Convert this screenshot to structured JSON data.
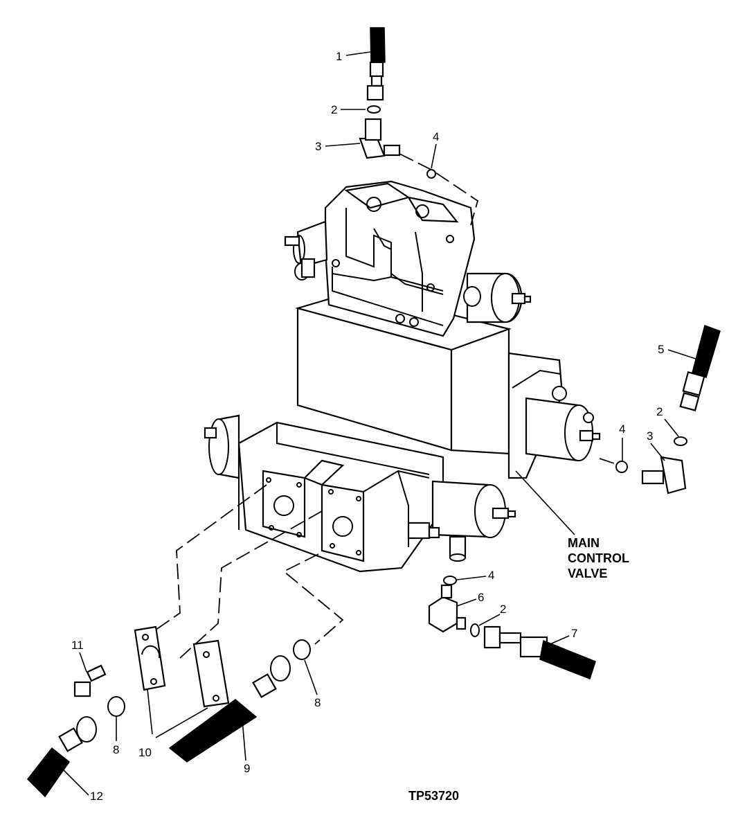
{
  "figure_id": "TP53720",
  "main_label": [
    "MAIN",
    "CONTROL",
    "VALVE"
  ],
  "callouts": {
    "c1": "1",
    "c2a": "2",
    "c3a": "3",
    "c4a": "4",
    "c5": "5",
    "c2b": "2",
    "c4b": "4",
    "c3b": "3",
    "c4c": "4",
    "c6": "6",
    "c2c": "2",
    "c7": "7",
    "c11": "11",
    "c8a": "8",
    "c10": "10",
    "c9": "9",
    "c8b": "8",
    "c12": "12"
  }
}
